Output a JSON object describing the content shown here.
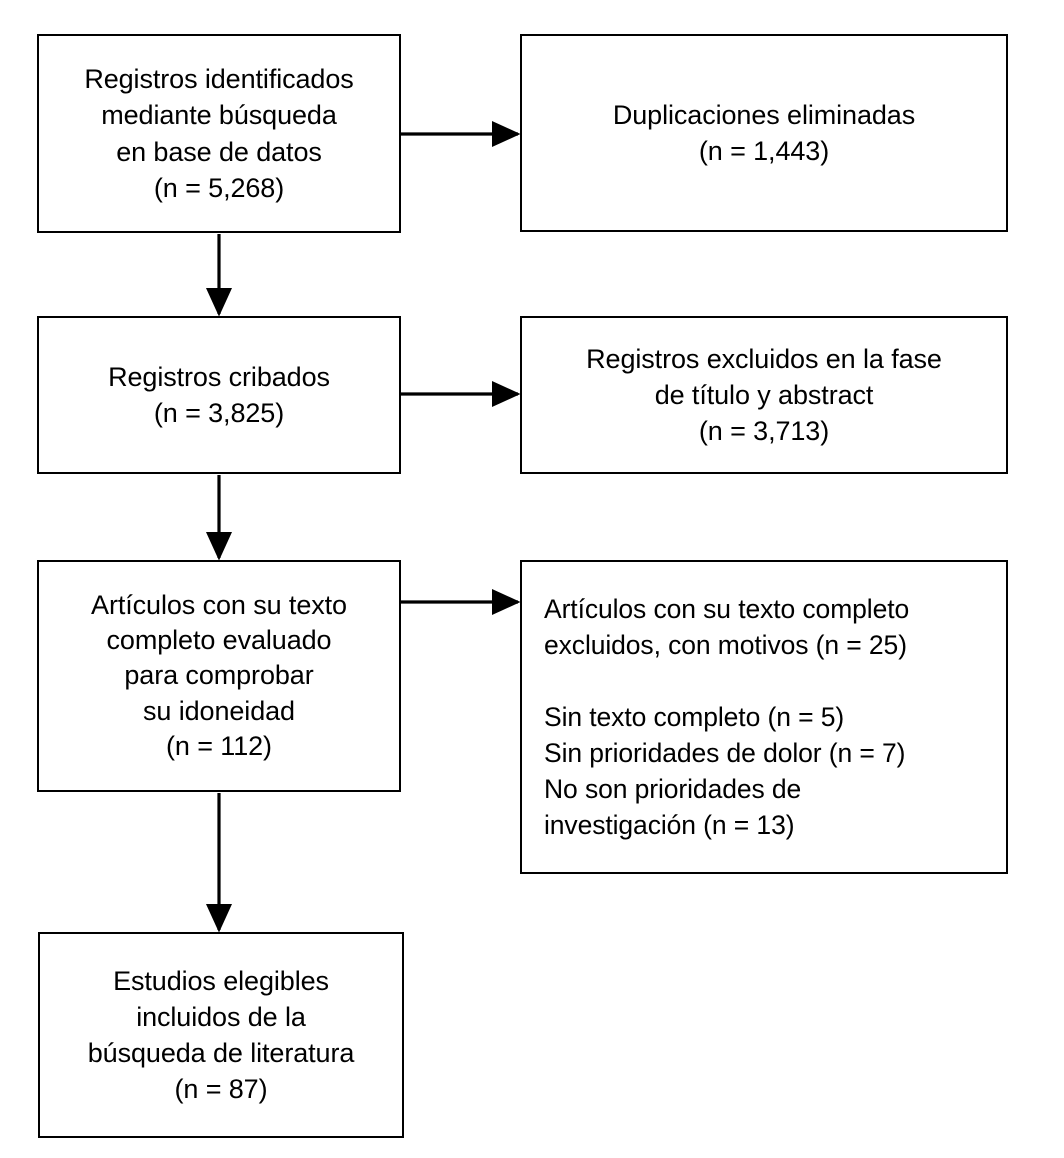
{
  "diagram": {
    "title": "PRISMA flow diagram",
    "language": "es",
    "stroke_color": "#000000",
    "background_color": "#ffffff",
    "nodes": [
      {
        "id": "identified",
        "name": "records-identified",
        "text": "Registros identificados\nmediante búsqueda\nen base de datos\n(n = 5,268)",
        "count": 5268,
        "align": "center"
      },
      {
        "id": "duplicates",
        "name": "duplicates-removed",
        "text": "Duplicaciones eliminadas\n(n = 1,443)",
        "count": 1443,
        "align": "center"
      },
      {
        "id": "screened",
        "name": "records-screened",
        "text": "Registros cribados\n(n = 3,825)",
        "count": 3825,
        "align": "center"
      },
      {
        "id": "excluded_ta",
        "name": "records-excluded-title-abstract",
        "text": "Registros excluidos en la fase\nde título y abstract\n(n = 3,713)",
        "count": 3713,
        "align": "center"
      },
      {
        "id": "fulltext",
        "name": "fulltext-assessed",
        "text": "Artículos con su texto\ncompleto evaluado\npara comprobar\nsu idoneidad\n(n = 112)",
        "count": 112,
        "align": "center"
      },
      {
        "id": "excluded_ft",
        "name": "fulltext-excluded-with-reasons",
        "text": "Artículos con su texto completo\nexcluidos, con motivos (n = 25)\n\nSin texto completo (n = 5)\nSin prioridades de dolor (n = 7)\nNo son prioridades de\ninvestigación (n = 13)",
        "count": 25,
        "align": "left",
        "reasons": [
          {
            "label": "Sin texto completo",
            "count": 5
          },
          {
            "label": "Sin prioridades de dolor",
            "count": 7
          },
          {
            "label": "No son prioridades de investigación",
            "count": 13
          }
        ]
      },
      {
        "id": "included",
        "name": "studies-included",
        "text": "Estudios elegibles\nincluidos de la\nbúsqueda de literatura\n(n = 87)",
        "count": 87,
        "align": "center"
      }
    ],
    "connectors": [
      {
        "name": "arrow-identified-to-duplicates",
        "from": "identified",
        "to": "duplicates",
        "direction": "right"
      },
      {
        "name": "arrow-identified-to-screened",
        "from": "identified",
        "to": "screened",
        "direction": "down"
      },
      {
        "name": "arrow-screened-to-excluded-ta",
        "from": "screened",
        "to": "excluded_ta",
        "direction": "right"
      },
      {
        "name": "arrow-screened-to-fulltext",
        "from": "screened",
        "to": "fulltext",
        "direction": "down"
      },
      {
        "name": "arrow-fulltext-to-excluded-ft",
        "from": "fulltext",
        "to": "excluded_ft",
        "direction": "right"
      },
      {
        "name": "arrow-fulltext-to-included",
        "from": "fulltext",
        "to": "included",
        "direction": "down"
      }
    ]
  }
}
